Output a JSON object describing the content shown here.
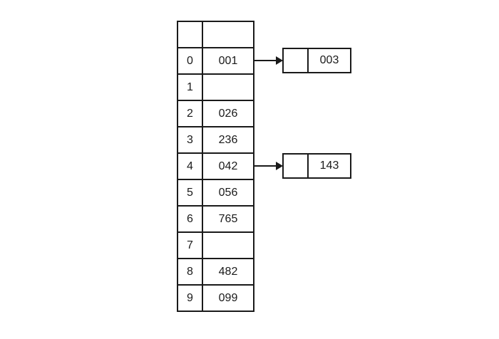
{
  "colors": {
    "bg": "#ffffff",
    "line": "#1a1a1a",
    "text": "#1a1a1a"
  },
  "bucket_table": {
    "header": {
      "index": "",
      "value": ""
    },
    "rows": [
      {
        "index": "0",
        "value": "001"
      },
      {
        "index": "1",
        "value": ""
      },
      {
        "index": "2",
        "value": "026"
      },
      {
        "index": "3",
        "value": "236"
      },
      {
        "index": "4",
        "value": "042"
      },
      {
        "index": "5",
        "value": "056"
      },
      {
        "index": "6",
        "value": "765"
      },
      {
        "index": "7",
        "value": ""
      },
      {
        "index": "8",
        "value": "482"
      },
      {
        "index": "9",
        "value": "099"
      }
    ]
  },
  "chain_nodes": [
    {
      "from_bucket": "0",
      "pointer": "",
      "value": "003"
    },
    {
      "from_bucket": "4",
      "pointer": "",
      "value": "143"
    }
  ]
}
